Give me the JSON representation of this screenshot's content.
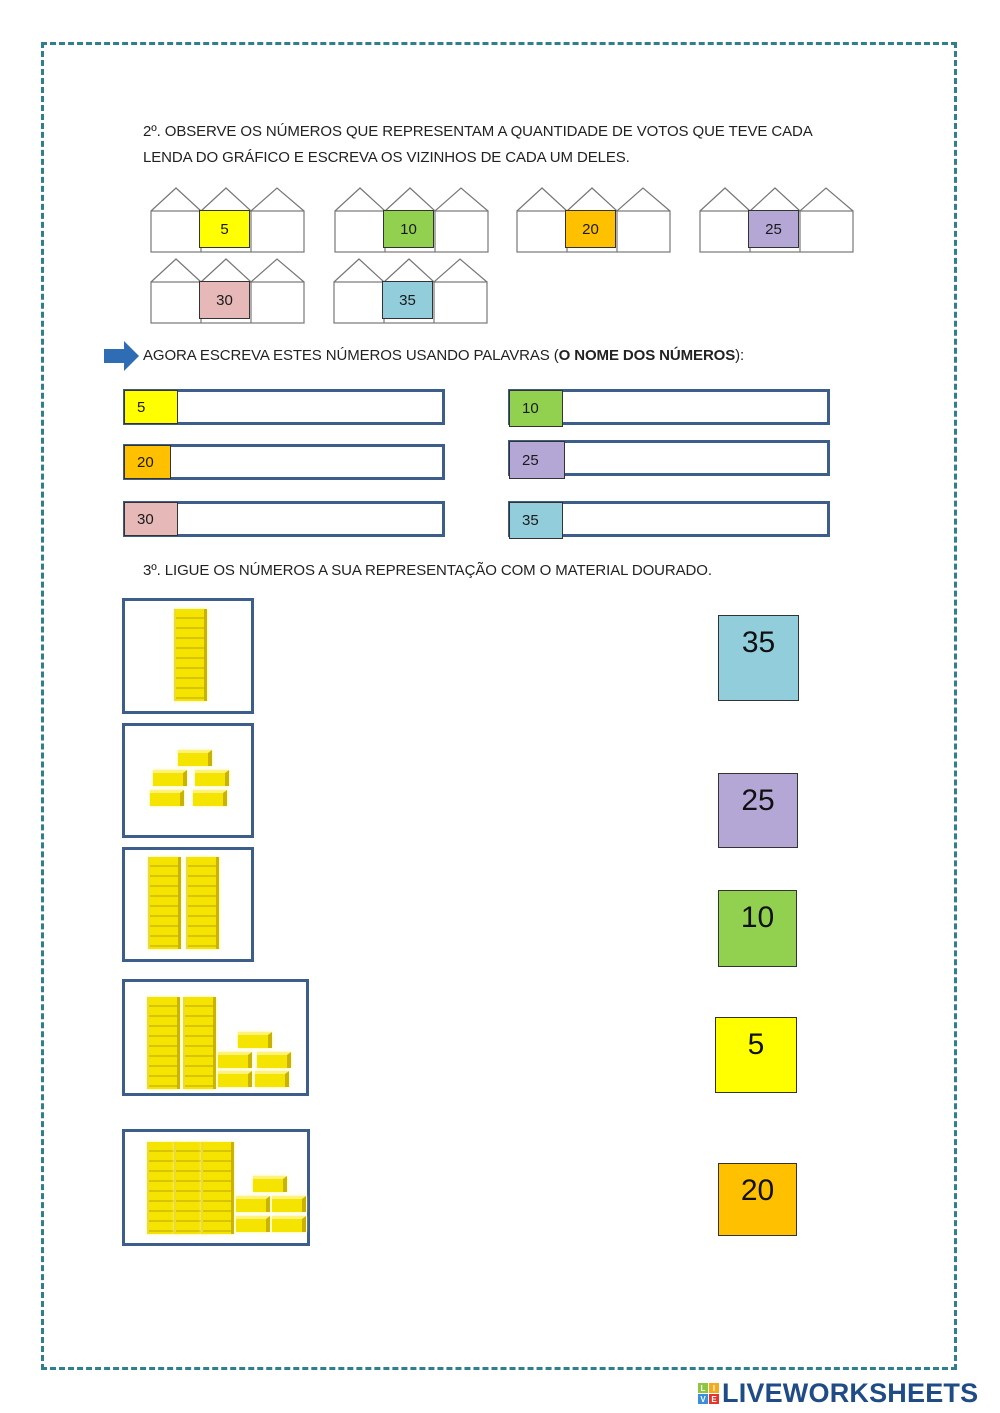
{
  "question2": {
    "text": "2º. OBSERVE OS NÚMEROS QUE REPRESENTAM A QUANTIDADE DE VOTOS QUE TEVE CADA LENDA DO GRÁFICO E ESCREVA OS VIZINHOS DE CADA UM DELES.",
    "houses": [
      {
        "value": "5",
        "color": "#ffff00"
      },
      {
        "value": "10",
        "color": "#92d050"
      },
      {
        "value": "20",
        "color": "#ffc000"
      },
      {
        "value": "25",
        "color": "#b4a7d6"
      },
      {
        "value": "30",
        "color": "#e6b8b7"
      },
      {
        "value": "35",
        "color": "#92cddc"
      }
    ]
  },
  "instruction": {
    "prefix": "AGORA ESCREVA ESTES NÚMEROS USANDO PALAVRAS (",
    "bold": "O NOME DOS NÚMEROS",
    "suffix": "):",
    "icon": "arrow-right-icon"
  },
  "write_rows": [
    {
      "value": "5",
      "color": "#ffff00",
      "answer": ""
    },
    {
      "value": "10",
      "color": "#92d050",
      "answer": ""
    },
    {
      "value": "20",
      "color": "#ffc000",
      "answer": ""
    },
    {
      "value": "25",
      "color": "#b4a7d6",
      "answer": ""
    },
    {
      "value": "30",
      "color": "#e6b8b7",
      "answer": ""
    },
    {
      "value": "35",
      "color": "#92cddc",
      "answer": ""
    }
  ],
  "question3": {
    "text": "3º. LIGUE OS NÚMEROS A SUA REPRESENTAÇÃO COM O MATERIAL DOURADO.",
    "blocks": [
      {
        "rods": 1,
        "units": 0
      },
      {
        "rods": 0,
        "units": 5
      },
      {
        "rods": 2,
        "units": 0
      },
      {
        "rods": 2,
        "units": 5
      },
      {
        "rods": 3,
        "units": 5
      }
    ],
    "number_cards": [
      {
        "value": "35",
        "color": "#92cddc"
      },
      {
        "value": "25",
        "color": "#b4a7d6"
      },
      {
        "value": "10",
        "color": "#92d050"
      },
      {
        "value": "5",
        "color": "#ffff00"
      },
      {
        "value": "20",
        "color": "#ffc000"
      }
    ]
  },
  "branding": {
    "logo_text": "LIVEWORKSHEETS",
    "logo_letters": [
      "L",
      "I",
      "V",
      "E"
    ]
  }
}
